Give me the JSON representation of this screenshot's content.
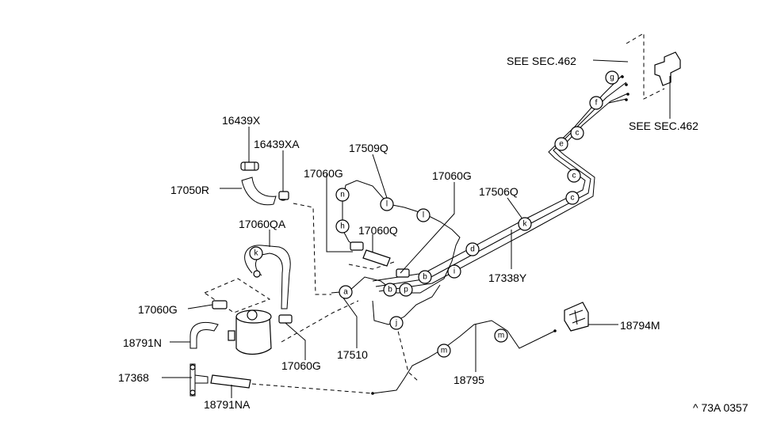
{
  "diagram": {
    "labels": [
      {
        "id": "see-sec-top",
        "text": "SEE SEC.462"
      },
      {
        "id": "see-sec-right",
        "text": "SEE SEC.462"
      },
      {
        "id": "p16439x",
        "text": "16439X"
      },
      {
        "id": "p16439xa",
        "text": "16439XA"
      },
      {
        "id": "p17050r",
        "text": "17050R"
      },
      {
        "id": "p17509q",
        "text": "17509Q"
      },
      {
        "id": "p17060g-a",
        "text": "17060G"
      },
      {
        "id": "p17060g-b",
        "text": "17060G"
      },
      {
        "id": "p17506q",
        "text": "17506Q"
      },
      {
        "id": "p17060q",
        "text": "17060Q"
      },
      {
        "id": "p17060qa",
        "text": "17060QA"
      },
      {
        "id": "p17338y",
        "text": "17338Y"
      },
      {
        "id": "p17060g-c",
        "text": "17060G"
      },
      {
        "id": "p18791n",
        "text": "18791N"
      },
      {
        "id": "p17510",
        "text": "17510"
      },
      {
        "id": "p17060g-d",
        "text": "17060G"
      },
      {
        "id": "p18794m",
        "text": "18794M"
      },
      {
        "id": "p18795",
        "text": "18795"
      },
      {
        "id": "p17368",
        "text": "17368"
      },
      {
        "id": "p18791na",
        "text": "18791NA"
      },
      {
        "id": "ref-code",
        "text": "^ 73A 0357"
      }
    ],
    "tags": [
      {
        "id": "tag-g",
        "text": "g"
      },
      {
        "id": "tag-f",
        "text": "f"
      },
      {
        "id": "tag-e",
        "text": "e"
      },
      {
        "id": "tag-c1",
        "text": "c"
      },
      {
        "id": "tag-c2",
        "text": "c"
      },
      {
        "id": "tag-c3",
        "text": "c"
      },
      {
        "id": "tag-k1",
        "text": "k"
      },
      {
        "id": "tag-d",
        "text": "d"
      },
      {
        "id": "tag-i",
        "text": "i"
      },
      {
        "id": "tag-b1",
        "text": "b"
      },
      {
        "id": "tag-p",
        "text": "p"
      },
      {
        "id": "tag-b2",
        "text": "b"
      },
      {
        "id": "tag-a",
        "text": "a"
      },
      {
        "id": "tag-j",
        "text": "j"
      },
      {
        "id": "tag-n",
        "text": "n"
      },
      {
        "id": "tag-h",
        "text": "h"
      },
      {
        "id": "tag-l1",
        "text": "l"
      },
      {
        "id": "tag-l2",
        "text": "l"
      },
      {
        "id": "tag-k2",
        "text": "k"
      },
      {
        "id": "tag-m1",
        "text": "m"
      },
      {
        "id": "tag-m2",
        "text": "m"
      }
    ]
  }
}
